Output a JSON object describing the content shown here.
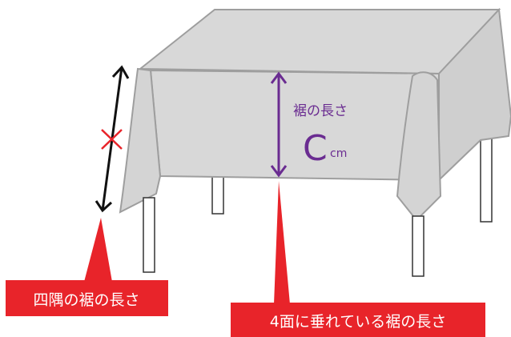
{
  "hem_label": {
    "text": "裾の長さ",
    "symbol": "C",
    "unit": "cm"
  },
  "callouts": {
    "corner": "四隅の裾の長さ",
    "side": "4面に垂れている裾の長さ"
  },
  "colors": {
    "cloth": "#d8d8d8",
    "cloth_outline": "#9e9e9e",
    "leg": "#ffffff",
    "leg_outline": "#333333",
    "measure": "#6a2c91",
    "callout": "#e8242a",
    "wrong_mark": "#e8242a",
    "corner_arrow": "#111111"
  },
  "icons": {
    "corner_arrow": "double-headed-arrow",
    "wrong_mark": "cross-mark",
    "measure_arrow": "double-headed-arrow"
  }
}
